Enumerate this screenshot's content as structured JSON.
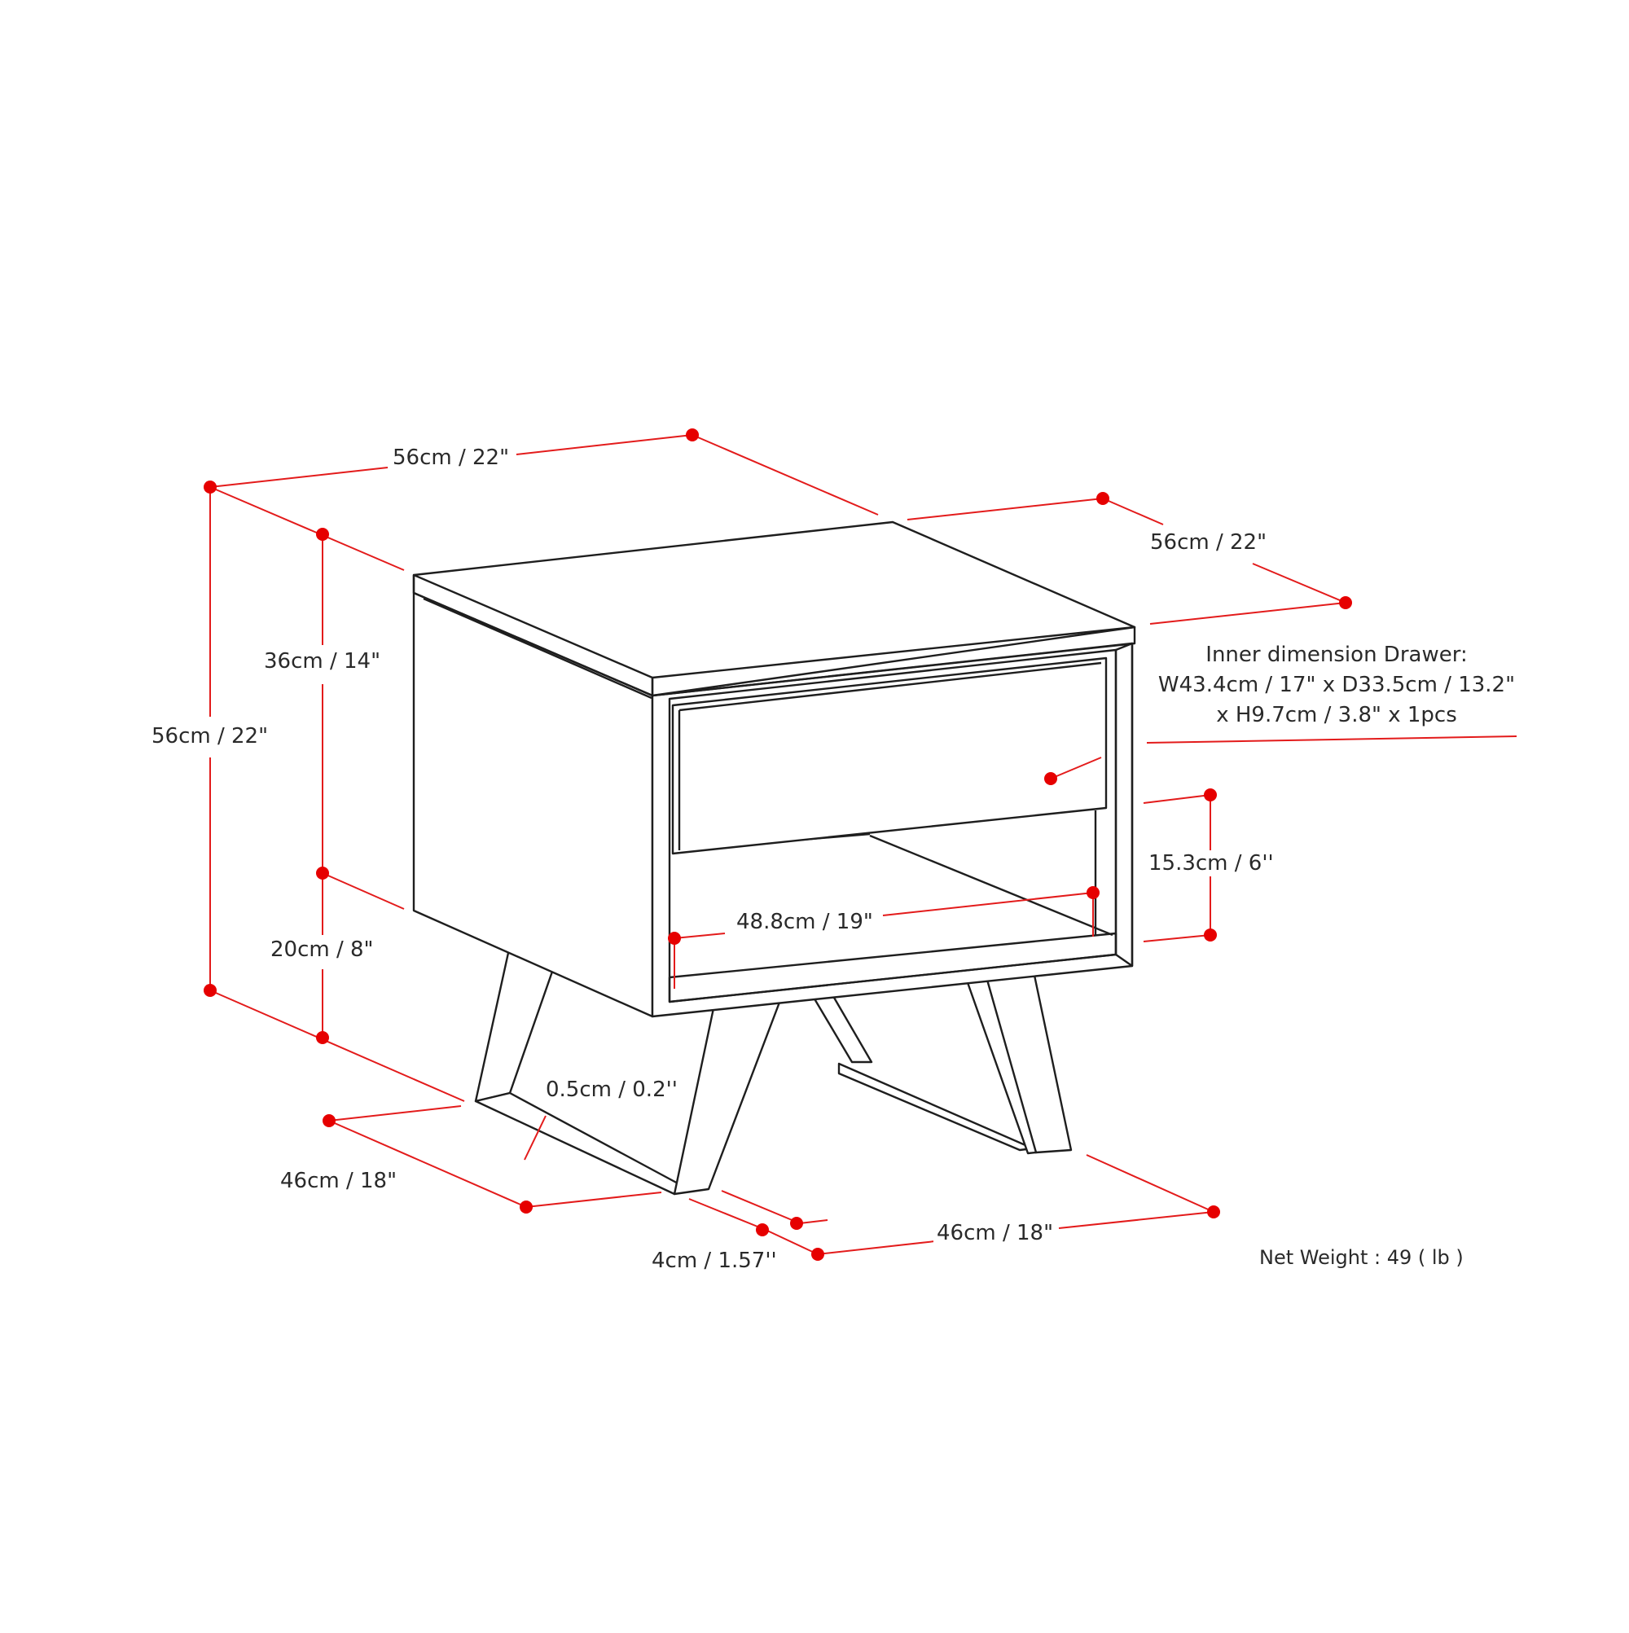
{
  "colors": {
    "dimension": "#e60000",
    "outline": "#1e1e1e",
    "text": "#2a2a2a"
  },
  "dimensions": {
    "top_width": "56cm / 22\"",
    "top_depth": "56cm / 22\"",
    "total_height": "56cm / 22\"",
    "body_height": "36cm / 14\"",
    "leg_height": "20cm / 8\"",
    "leg_thickness": "0.5cm / 0.2''",
    "leg_depth": "46cm / 18\"",
    "leg_width": "4cm / 1.57''",
    "leg_span": "46cm / 18\"",
    "shelf_width": "48.8cm / 19\"",
    "shelf_height": "15.3cm / 6''"
  },
  "drawer_note": {
    "line1": "Inner dimension Drawer:",
    "line2": "W43.4cm / 17\" x D33.5cm / 13.2\"",
    "line3": "x H9.7cm / 3.8\" x 1pcs"
  },
  "net_weight": "Net Weight : 49 ( lb )"
}
